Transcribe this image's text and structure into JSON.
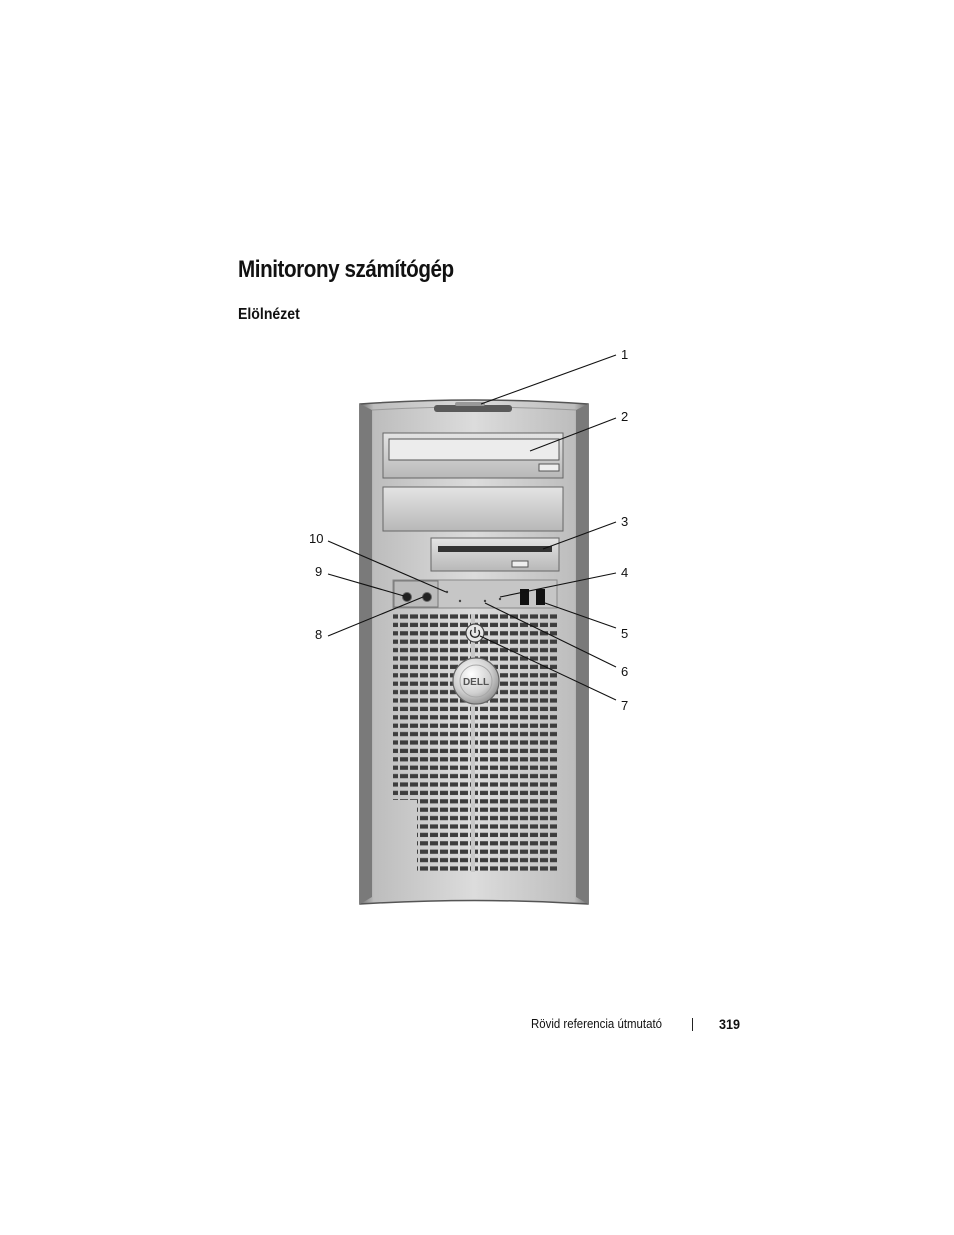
{
  "document": {
    "title": "Minitorony számítógép",
    "section_heading": "Elölnézet"
  },
  "figure": {
    "callouts": [
      "1",
      "2",
      "3",
      "4",
      "5",
      "6",
      "7",
      "8",
      "9",
      "10"
    ],
    "badge_logo": "DELL",
    "colors": {
      "case_light": "#d6d6d6",
      "case_dark": "#8a8a8a",
      "vent": "#3a3a3a",
      "leader": "#111111"
    }
  },
  "footer": {
    "label": "Rövid referencia útmutató",
    "page_number": "319"
  }
}
